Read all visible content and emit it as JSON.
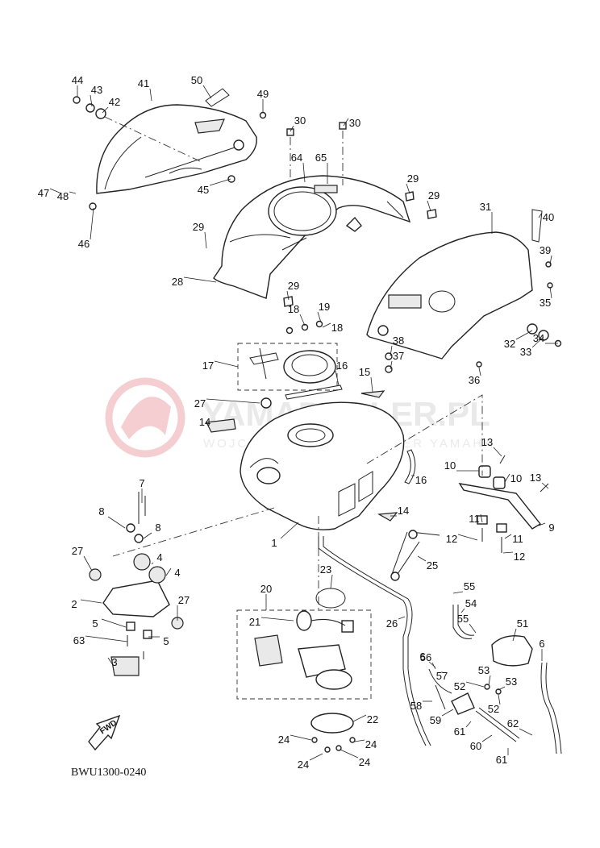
{
  "diagram": {
    "code": "BWU1300-0240",
    "fwd_label": "FWD",
    "watermark": {
      "brand": "YAMADEALER.PL",
      "sub": "WOJCIK STANDARD DEALER YAMAHA"
    },
    "colors": {
      "ink": "#222222",
      "watermark": "#f3c9cc"
    },
    "callouts": [
      {
        "n": "44"
      },
      {
        "n": "43"
      },
      {
        "n": "42"
      },
      {
        "n": "41"
      },
      {
        "n": "50"
      },
      {
        "n": "49"
      },
      {
        "n": "30"
      },
      {
        "n": "30"
      },
      {
        "n": "64"
      },
      {
        "n": "65"
      },
      {
        "n": "29"
      },
      {
        "n": "29"
      },
      {
        "n": "31"
      },
      {
        "n": "40"
      },
      {
        "n": "39"
      },
      {
        "n": "35"
      },
      {
        "n": "45"
      },
      {
        "n": "47"
      },
      {
        "n": "48"
      },
      {
        "n": "46"
      },
      {
        "n": "29"
      },
      {
        "n": "28"
      },
      {
        "n": "29"
      },
      {
        "n": "18"
      },
      {
        "n": "19"
      },
      {
        "n": "18"
      },
      {
        "n": "32"
      },
      {
        "n": "33"
      },
      {
        "n": "34"
      },
      {
        "n": "38"
      },
      {
        "n": "37"
      },
      {
        "n": "36"
      },
      {
        "n": "17"
      },
      {
        "n": "16"
      },
      {
        "n": "15"
      },
      {
        "n": "27"
      },
      {
        "n": "14"
      },
      {
        "n": "13"
      },
      {
        "n": "10"
      },
      {
        "n": "10"
      },
      {
        "n": "13"
      },
      {
        "n": "16"
      },
      {
        "n": "7"
      },
      {
        "n": "8"
      },
      {
        "n": "8"
      },
      {
        "n": "14"
      },
      {
        "n": "9"
      },
      {
        "n": "11"
      },
      {
        "n": "11"
      },
      {
        "n": "12"
      },
      {
        "n": "12"
      },
      {
        "n": "27"
      },
      {
        "n": "4"
      },
      {
        "n": "4"
      },
      {
        "n": "1"
      },
      {
        "n": "25"
      },
      {
        "n": "2"
      },
      {
        "n": "27"
      },
      {
        "n": "20"
      },
      {
        "n": "23"
      },
      {
        "n": "55"
      },
      {
        "n": "54"
      },
      {
        "n": "5"
      },
      {
        "n": "5"
      },
      {
        "n": "21"
      },
      {
        "n": "26"
      },
      {
        "n": "55"
      },
      {
        "n": "51"
      },
      {
        "n": "6"
      },
      {
        "n": "6"
      },
      {
        "n": "63"
      },
      {
        "n": "3"
      },
      {
        "n": "56"
      },
      {
        "n": "57"
      },
      {
        "n": "53"
      },
      {
        "n": "52"
      },
      {
        "n": "53"
      },
      {
        "n": "52"
      },
      {
        "n": "58"
      },
      {
        "n": "59"
      },
      {
        "n": "22"
      },
      {
        "n": "61"
      },
      {
        "n": "62"
      },
      {
        "n": "24"
      },
      {
        "n": "24"
      },
      {
        "n": "60"
      },
      {
        "n": "24"
      },
      {
        "n": "24"
      },
      {
        "n": "61"
      }
    ]
  }
}
